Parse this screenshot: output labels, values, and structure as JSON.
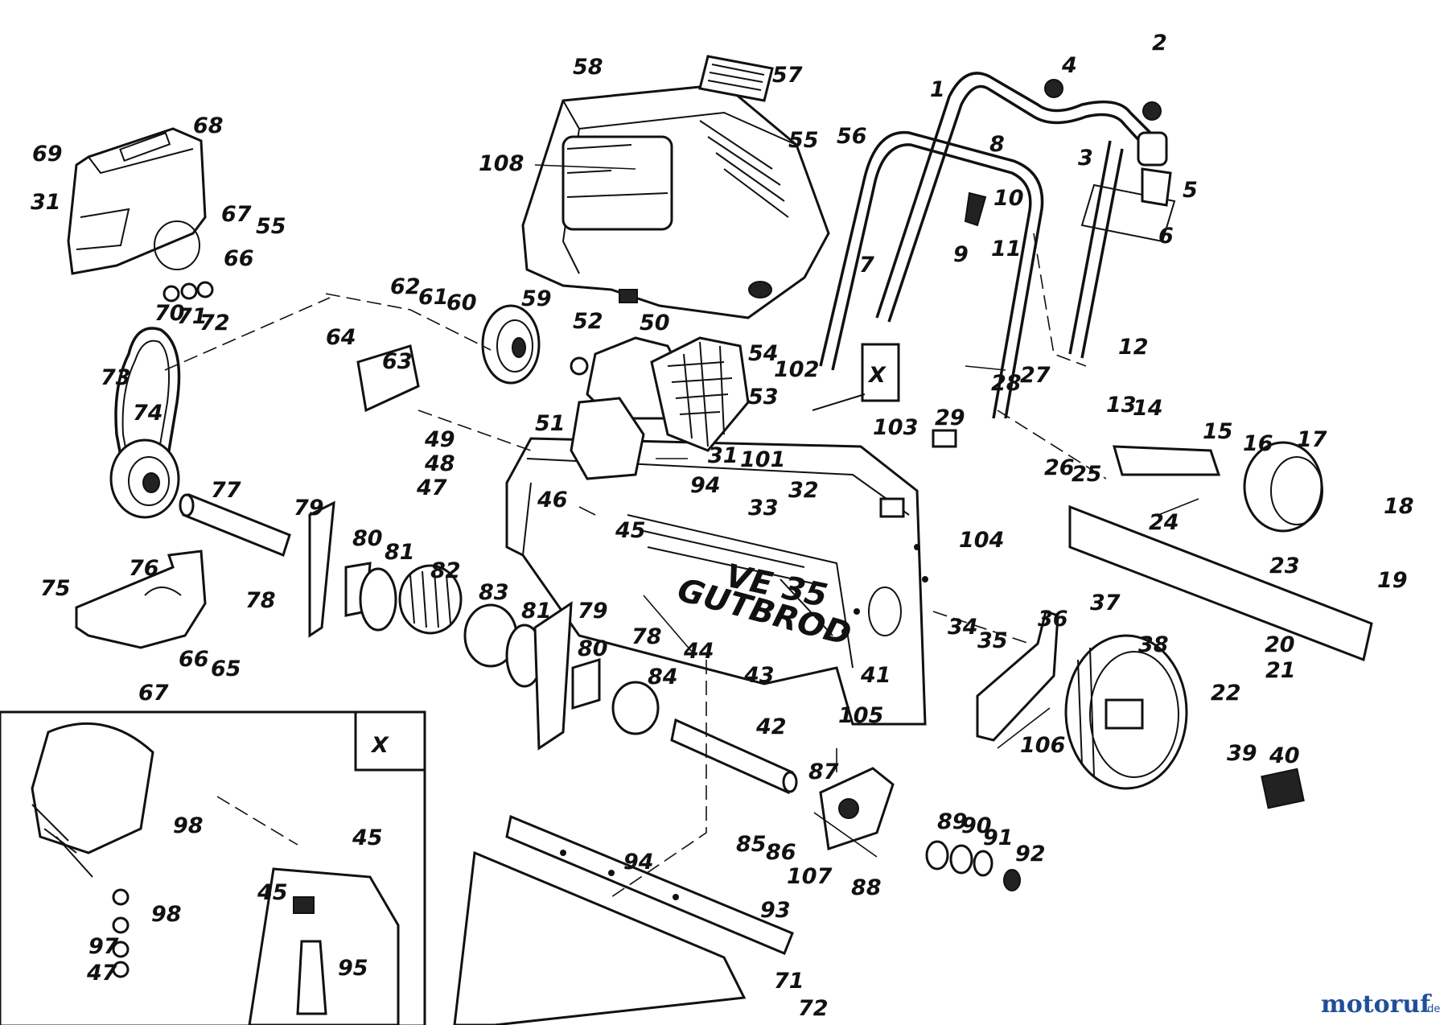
{
  "watermark": {
    "brand": "motoruf",
    "tld": ".de"
  },
  "machine": {
    "model_text": "VE 35",
    "brand_text": "GUTBROD"
  },
  "inset": {
    "label": "X"
  },
  "callout_box": {
    "label": "X"
  },
  "labels": {
    "p1": "1",
    "p2": "2",
    "p3": "3",
    "p4": "4",
    "p5": "5",
    "p6": "6",
    "p7": "7",
    "p8": "8",
    "p9": "9",
    "p10": "10",
    "p11": "11",
    "p12": "12",
    "p13": "13",
    "p14": "14",
    "p15": "15",
    "p16": "16",
    "p17": "17",
    "p18": "18",
    "p19": "19",
    "p20": "20",
    "p21": "21",
    "p22": "22",
    "p23": "23",
    "p24": "24",
    "p25": "25",
    "p26": "26",
    "p27": "27",
    "p28": "28",
    "p29": "29",
    "p31a": "31",
    "p31b": "31",
    "p32": "32",
    "p33": "33",
    "p34": "34",
    "p35": "35",
    "p36": "36",
    "p37": "37",
    "p38": "38",
    "p39": "39",
    "p40": "40",
    "p41": "41",
    "p42": "42",
    "p43": "43",
    "p44": "44",
    "p45a": "45",
    "p45b": "45",
    "p45c": "45",
    "p46": "46",
    "p47a": "47",
    "p47b": "47",
    "p48": "48",
    "p49": "49",
    "p50": "50",
    "p51": "51",
    "p52": "52",
    "p53": "53",
    "p54": "54",
    "p55a": "55",
    "p55b": "55",
    "p56": "56",
    "p57": "57",
    "p58": "58",
    "p59": "59",
    "p60": "60",
    "p61": "61",
    "p62": "62",
    "p63": "63",
    "p64": "64",
    "p65": "65",
    "p66a": "66",
    "p66b": "66",
    "p67a": "67",
    "p67b": "67",
    "p68": "68",
    "p69": "69",
    "p70": "70",
    "p71a": "71",
    "p71b": "71",
    "p72a": "72",
    "p72b": "72",
    "p73": "73",
    "p74": "74",
    "p75": "75",
    "p76": "76",
    "p77": "77",
    "p78a": "78",
    "p78b": "78",
    "p79a": "79",
    "p79b": "79",
    "p80a": "80",
    "p80b": "80",
    "p81a": "81",
    "p81b": "81",
    "p82": "82",
    "p83": "83",
    "p84": "84",
    "p85": "85",
    "p86": "86",
    "p87": "87",
    "p88": "88",
    "p89": "89",
    "p90": "90",
    "p91": "91",
    "p92": "92",
    "p93": "93",
    "p94a": "94",
    "p94b": "94",
    "p95": "95",
    "p97": "97",
    "p98a": "98",
    "p98b": "98",
    "p101": "101",
    "p102": "102",
    "p103": "103",
    "p104": "104",
    "p105": "105",
    "p106": "106",
    "p107": "107",
    "p108": "108"
  }
}
